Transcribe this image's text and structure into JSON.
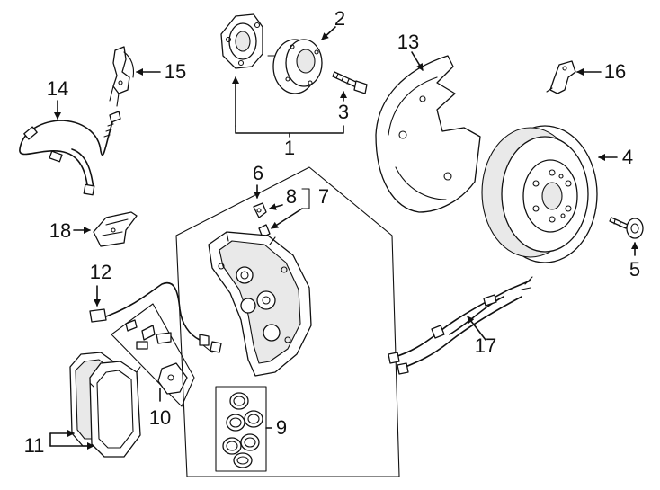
{
  "callouts": {
    "c1": "1",
    "c2": "2",
    "c3": "3",
    "c4": "4",
    "c5": "5",
    "c6": "6",
    "c7": "7",
    "c8": "8",
    "c9": "9",
    "c10": "10",
    "c11": "11",
    "c12": "12",
    "c13": "13",
    "c14": "14",
    "c15": "15",
    "c16": "16",
    "c17": "17",
    "c18": "18"
  },
  "line_color": "#111111",
  "background_color": "#ffffff"
}
